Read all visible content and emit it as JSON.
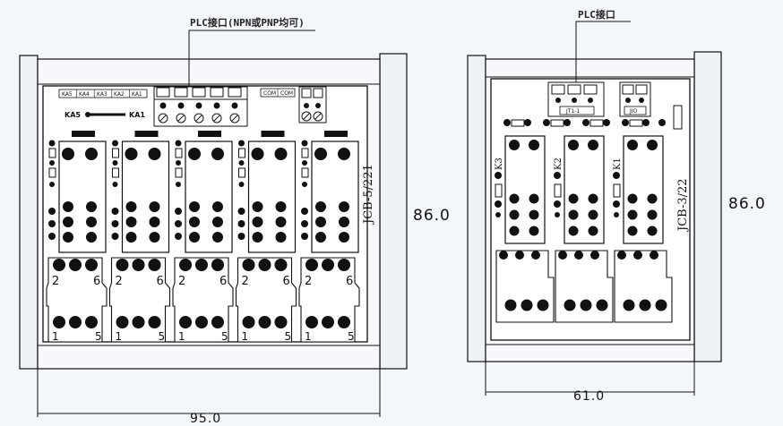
{
  "left_module": {
    "plc_label": "PLC接口(NPN或PNP均可)",
    "ka_tags": [
      "KA5",
      "KA4",
      "KA3",
      "KA2",
      "KA1"
    ],
    "com_tags": [
      "COM",
      "COM"
    ],
    "range_start": "KA5",
    "range_end": "KA1",
    "part_code": "JCB-5/221",
    "height_dim": "86.0",
    "width_dim": "95.0",
    "relay_pin_top": [
      "2",
      "6"
    ],
    "relay_pin_bottom": [
      "1",
      "5"
    ]
  },
  "right_module": {
    "plc_label": "PLC接口",
    "connector_tags": [
      "JT1-1",
      "JIO"
    ],
    "part_code": "JCB-3/22",
    "height_dim": "86.0",
    "width_dim": "61.0",
    "relay_labels": [
      "K3",
      "K2",
      "K1"
    ]
  },
  "colors": {
    "background": "#f3f6fb",
    "line": "#111111",
    "rail": "#e9edf3",
    "board": "#ffffff"
  }
}
